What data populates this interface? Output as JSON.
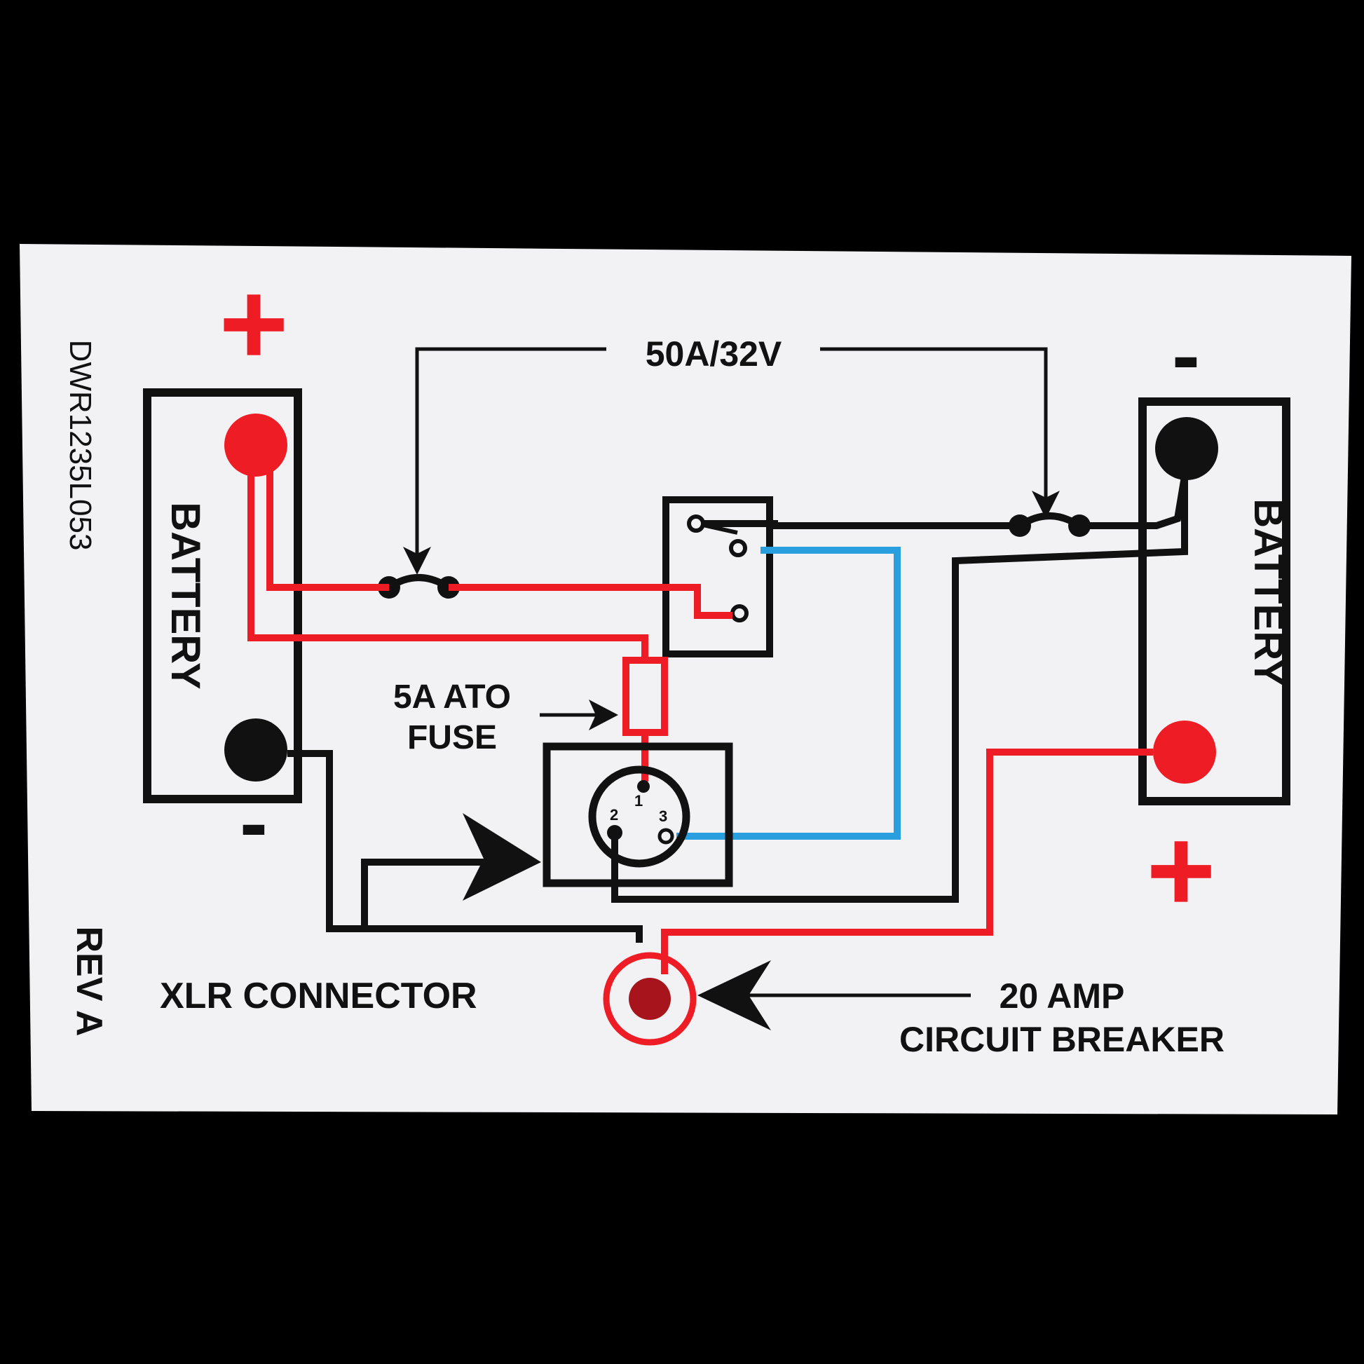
{
  "labels": {
    "part_number": "DWR1235L053",
    "revision": "REV A",
    "left_battery": "BATTERY",
    "right_battery": "BATTERY",
    "breaker_rating": "50A/32V",
    "fuse_line1": "5A ATO",
    "fuse_line2": "FUSE",
    "xlr": "XLR CONNECTOR",
    "cb_line1": "20 AMP",
    "cb_line2": "CIRCUIT BREAKER",
    "plus": "+",
    "minus": "-",
    "xlr_pin1": "1",
    "xlr_pin2": "2",
    "xlr_pin3": "3"
  },
  "colors": {
    "background": "#000000",
    "label": "#f2f2f4",
    "wire_black": "#111111",
    "wire_red": "#ee1c25",
    "wire_blue": "#2a9fe0",
    "terminal_red": "#ee1c25",
    "terminal_black": "#111111",
    "breaker_core": "#a8141c"
  }
}
